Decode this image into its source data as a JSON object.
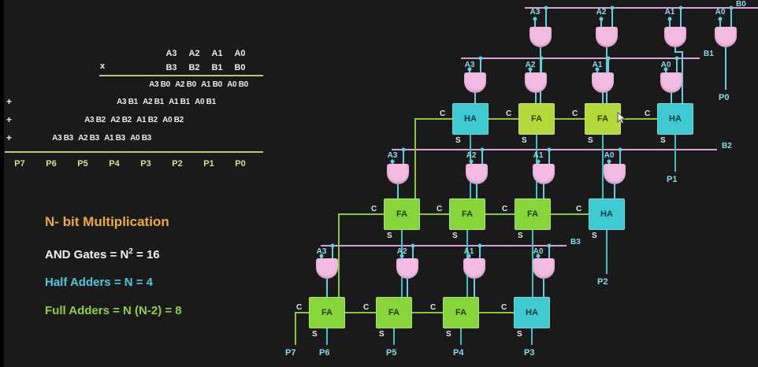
{
  "left_panel": {
    "mult_table": {
      "multiplicand": [
        "A3",
        "A2",
        "A1",
        "A0"
      ],
      "times_sign": "x",
      "multiplier": [
        "B3",
        "B2",
        "B1",
        "B0"
      ],
      "plus_sign": "+",
      "partial_products": [
        [
          "A3 B0",
          "A2 B0",
          "A1 B0",
          "A0 B0"
        ],
        [
          "A3 B1",
          "A2 B1",
          "A1 B1",
          "A0 B1"
        ],
        [
          "A3 B2",
          "A2 B2",
          "A1 B2",
          "A0 B2"
        ],
        [
          "A3 B3",
          "A2 B3",
          "A1 B3",
          "A0 B3"
        ]
      ],
      "product": [
        "P7",
        "P6",
        "P5",
        "P4",
        "P3",
        "P2",
        "P1",
        "P0"
      ]
    },
    "stats": {
      "title": "N- bit Multiplication",
      "and_gates_pre": "AND Gates = N",
      "and_gates_sup": "2",
      "and_gates_post": " = 16",
      "half_adders": "Half Adders = N = 4",
      "full_adders": "Full Adders = N (N-2) = 8"
    }
  },
  "circuit": {
    "a_labels": [
      "A3",
      "A2",
      "A1",
      "A0"
    ],
    "b_labels": [
      "B0",
      "B1",
      "B2",
      "B3"
    ],
    "adder_rows": [
      [
        "HA",
        "FA",
        "FA",
        "HA"
      ],
      [
        "FA",
        "FA",
        "FA",
        "HA"
      ],
      [
        "FA",
        "FA",
        "FA",
        "HA"
      ]
    ],
    "carry_label": "C",
    "sum_label": "S",
    "p_labels": [
      "P0",
      "P1",
      "P2",
      "P3",
      "P4",
      "P5",
      "P6",
      "P7"
    ],
    "colors": {
      "and_gate": "#f3bbe4",
      "full_adder": "#86d639",
      "half_adder": "#3fc9d0",
      "wire_carry": "#8cc63f",
      "wire_b_line": "#d9a0db",
      "wire_signal": "#5fd0e2",
      "title_accent": "#f2a93b"
    }
  }
}
